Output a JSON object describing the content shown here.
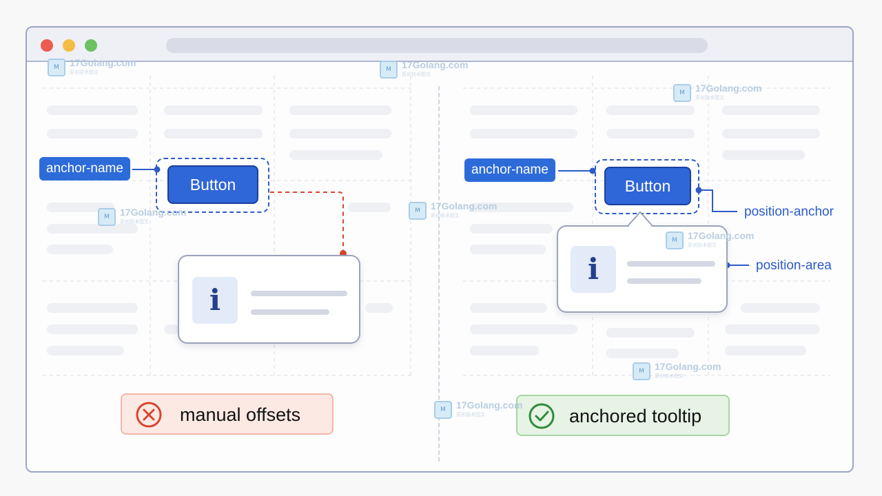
{
  "left_panel": {
    "anchor_label": "anchor-name",
    "button_label": "Button",
    "info_symbol": "i",
    "status_text": "manual offsets",
    "status_icon": "cross-circle-icon"
  },
  "right_panel": {
    "anchor_label": "anchor-name",
    "button_label": "Button",
    "info_symbol": "i",
    "position_anchor_label": "position-anchor",
    "position_area_label": "position-area",
    "status_text": "anchored tooltip",
    "status_icon": "check-circle-icon"
  },
  "watermarks": [
    {
      "text": "17Golang.com",
      "sub": "原创技术图文"
    },
    {
      "text": "17Golang.com",
      "sub": "原创技术图文"
    },
    {
      "text": "17Golang.com",
      "sub": "原创技术图文"
    },
    {
      "text": "17Golang.com",
      "sub": "原创技术图文"
    },
    {
      "text": "17Golang.com",
      "sub": "原创技术图文"
    },
    {
      "text": "17Golang.com",
      "sub": "原创技术图文"
    },
    {
      "text": "17Golang.com",
      "sub": "原创技术图文"
    },
    {
      "text": "17Golang.com",
      "sub": "原创技术图文"
    }
  ],
  "colors": {
    "accent": "#2f66d8",
    "error": "#d9432e",
    "success": "#2f8a3a"
  }
}
